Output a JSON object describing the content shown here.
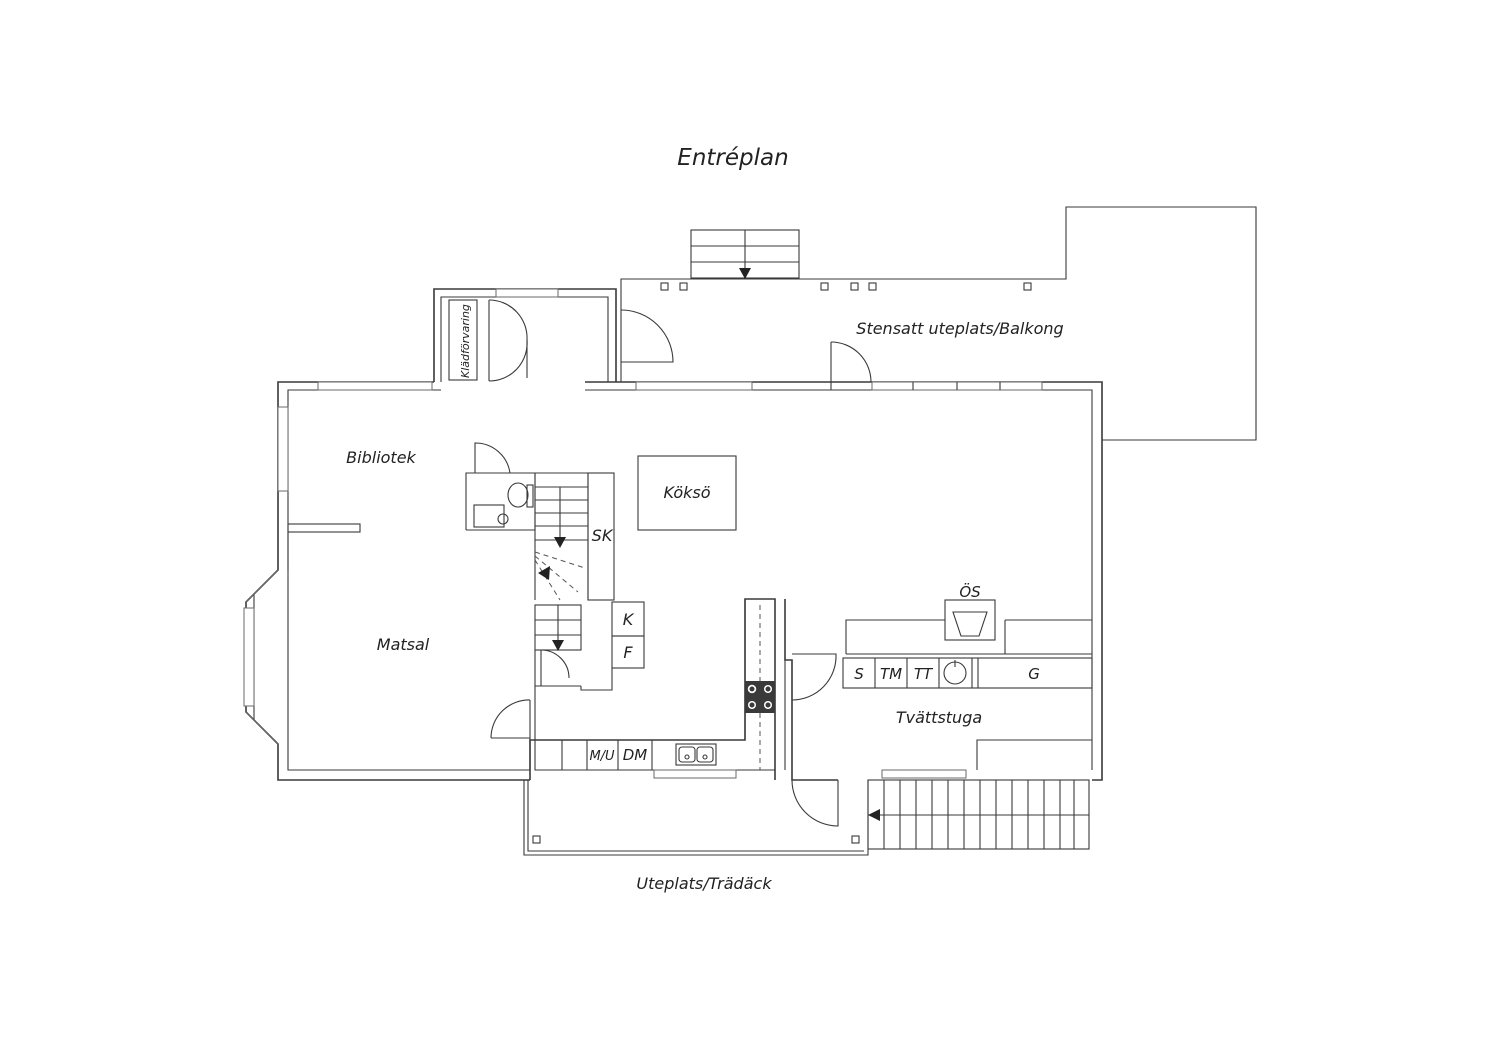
{
  "title": "Entréplan",
  "rooms": {
    "stensatt": "Stensatt uteplats/Balkong",
    "kladforvaring": "Klädförvaring",
    "bibliotek": "Bibliotek",
    "koksö": "Köksö",
    "sk": "SK",
    "matsal": "Matsal",
    "k": "K",
    "f": "F",
    "os": "ÖS",
    "s": "S",
    "tm": "TM",
    "tt": "TT",
    "g": "G",
    "tvattstuga": "Tvättstuga",
    "mu": "M/U",
    "dm": "DM",
    "uteplats": "Uteplats/Trädäck"
  }
}
